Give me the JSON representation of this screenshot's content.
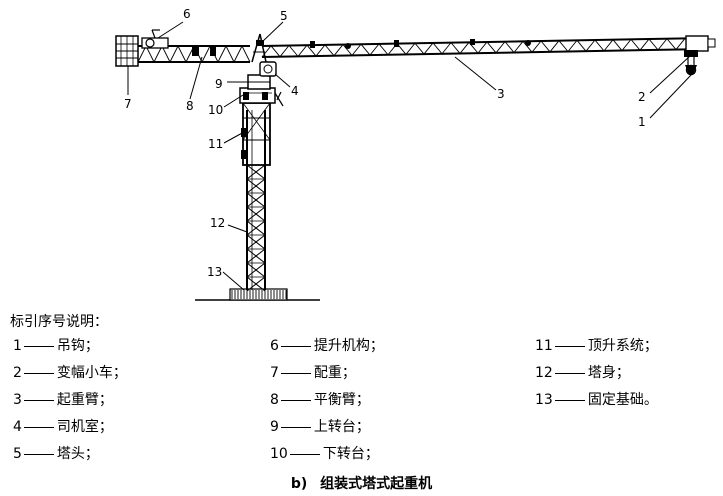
{
  "figure": {
    "callouts": [
      "1",
      "2",
      "3",
      "4",
      "5",
      "6",
      "7",
      "8",
      "9",
      "10",
      "11",
      "12",
      "13"
    ]
  },
  "legend": {
    "heading": "标引序号说明：",
    "columns": [
      [
        {
          "num": "1",
          "text": "吊钩；"
        },
        {
          "num": "2",
          "text": "变幅小车；"
        },
        {
          "num": "3",
          "text": "起重臂；"
        },
        {
          "num": "4",
          "text": "司机室；"
        },
        {
          "num": "5",
          "text": "塔头；"
        }
      ],
      [
        {
          "num": "6",
          "text": "提升机构；"
        },
        {
          "num": "7",
          "text": "配重；"
        },
        {
          "num": "8",
          "text": "平衡臂；"
        },
        {
          "num": "9",
          "text": "上转台；"
        },
        {
          "num": "10",
          "text": "下转台；"
        }
      ],
      [
        {
          "num": "11",
          "text": "顶升系统；"
        },
        {
          "num": "12",
          "text": "塔身；"
        },
        {
          "num": "13",
          "text": "固定基础。"
        }
      ]
    ]
  },
  "caption": {
    "label": "b)",
    "title": "组装式塔式起重机"
  }
}
